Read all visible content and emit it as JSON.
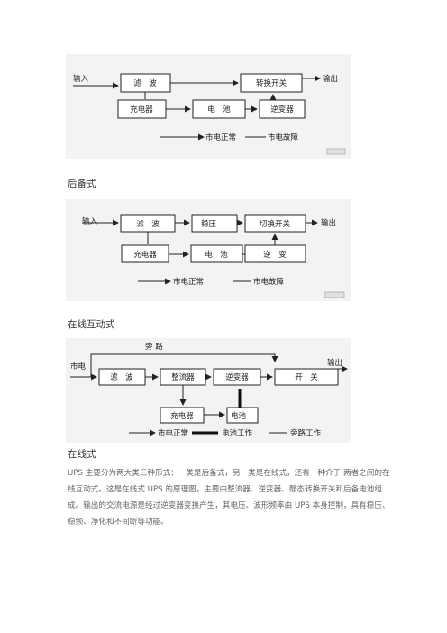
{
  "diagram1": {
    "input": "输入",
    "filter": "滤　波",
    "transfer_switch": "转换开关",
    "output": "输出",
    "charger": "充电器",
    "battery": "电　池",
    "inverter": "逆变器",
    "legend_normal": "市电正常",
    "legend_fault": "市电故障"
  },
  "caption1": "后备式",
  "diagram2": {
    "input": "输入",
    "filter": "滤　波",
    "regulator": "稳压",
    "switch": "切换开关",
    "output": "输出",
    "charger": "充电器",
    "battery": "电　池",
    "inverter": "逆　变",
    "legend_normal": "市电正常",
    "legend_fault": "市电故障"
  },
  "caption2": "在线互动式",
  "diagram3": {
    "bypass": "旁 路",
    "mains": "市电",
    "output": "输出",
    "filter": "滤　波",
    "rectifier": "整流器",
    "inverter": "逆变器",
    "switch": "开　关",
    "charger": "充电器",
    "battery": "电池",
    "legend_normal": "市电正常",
    "legend_battery": "电池工作",
    "legend_bypass": "旁路工作"
  },
  "caption3": "在线式",
  "paragraph": "UPS 主要分为两大类三种形式：一类是后备式，另一类是在线式，还有一种介于 两者之间的在线互动式。这是在线式 UPS 的原理图，主要由整流器、逆变器、静态转换开关和后备电池组成。输出的交流电源是经过逆变器变换产生，其电压、波形频率由 UPS 本身控制，具有稳压、稳频、净化和不间断等功能。"
}
